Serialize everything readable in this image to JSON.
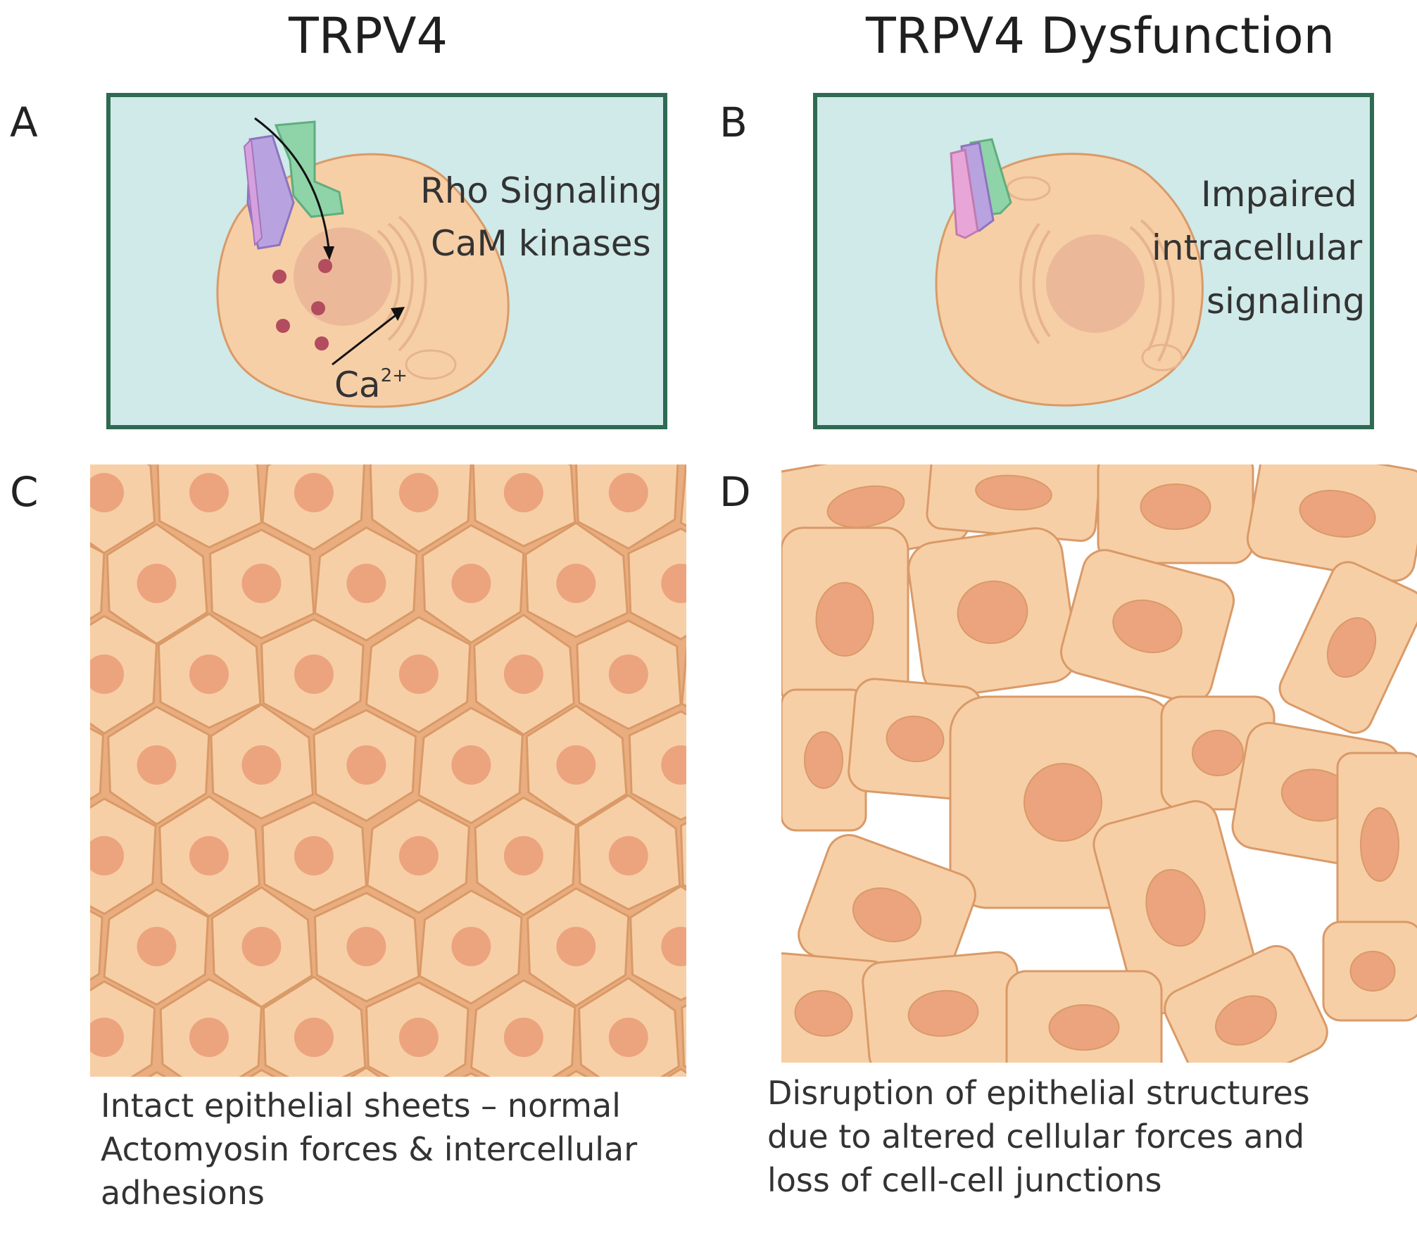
{
  "titles": {
    "left": "TRPV4",
    "right": "TRPV4 Dysfunction"
  },
  "panel_letters": {
    "a": "A",
    "b": "B",
    "c": "C",
    "d": "D"
  },
  "panel_a": {
    "signals": [
      "Rho Signaling",
      "CaM kinases"
    ],
    "calcium": "Ca",
    "calcium_charge": "2+"
  },
  "panel_b": {
    "lines": [
      "Impaired",
      "intracellular",
      "signaling"
    ]
  },
  "captions": {
    "c": [
      "Intact epithelial  sheets – normal",
      "Actomyosin forces & intercellular",
      "adhesions"
    ],
    "d": [
      "Disruption of epithelial  structures",
      "due to altered cellular forces and",
      "loss of cell-cell junctions"
    ]
  },
  "colors": {
    "box_fill": "#cfeae8",
    "box_border": "#2f6b52",
    "cell_fill": "#f7cfa6",
    "nucleus_fill": "#eca47e",
    "cell_outline": "#d99a68",
    "tissue_gap": "#e9ad7f",
    "calcium_dot": "#b24c5e",
    "channel_purple": "#b9a2e0",
    "channel_green": "#8fd3a8",
    "channel_pink": "#e8a6d8"
  },
  "icons": [
    "trpv4-channel-icon",
    "calcium-influx-arrow-icon",
    "cell-icon"
  ]
}
